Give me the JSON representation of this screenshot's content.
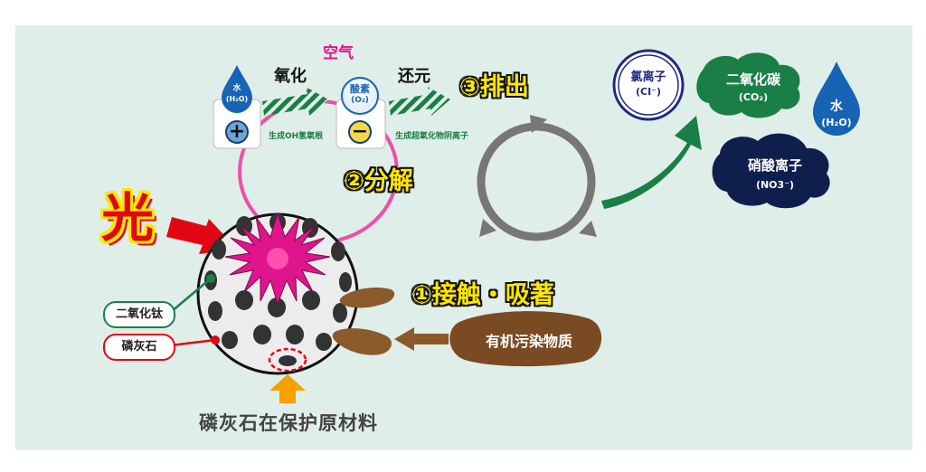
{
  "colors": {
    "background": "#dfeee9",
    "yellow": "#ffe600",
    "magenta": "#e0148c",
    "green": "#1a7f46",
    "brown": "#8a5a2b",
    "red": "#e30613",
    "navy": "#0f1f4d",
    "blue": "#1864b4"
  },
  "air_label": "空气",
  "oxidation_label": "氧化",
  "reduction_label": "还元",
  "water_drop_small": {
    "line1": "水",
    "line2": "(H₂O)"
  },
  "oxygen_bubble": {
    "line1": "酸素",
    "line2": "(O₂)"
  },
  "plus_sign": "+",
  "minus_sign": "−",
  "oh_radical_text": "生成OH氢氧根",
  "superoxide_text": "生成超氧化物阴离子",
  "step1": "①接触・吸著",
  "step2": "②分解",
  "step3": "③排出",
  "light_label": "光",
  "titanium_dioxide_tag": "二氧化钛",
  "apatite_tag": "磷灰石",
  "organic_pollutant": "有机污染物质",
  "caption": "磷灰石在保护原材料",
  "chloride": {
    "line1": "氯离子",
    "line2": "(CI⁻)"
  },
  "co2": {
    "line1": "二氧化碳",
    "line2": "(CO₂)"
  },
  "water_drop_large": {
    "line1": "水",
    "line2": "(H₂O)"
  },
  "nitrate": {
    "line1": "硝酸离子",
    "line2": "(NO3⁻)"
  },
  "icons": [
    "water-drop-icon",
    "plus-icon",
    "minus-icon",
    "recycle-icon",
    "arrow-icon",
    "cloud-icon",
    "starburst-icon"
  ]
}
